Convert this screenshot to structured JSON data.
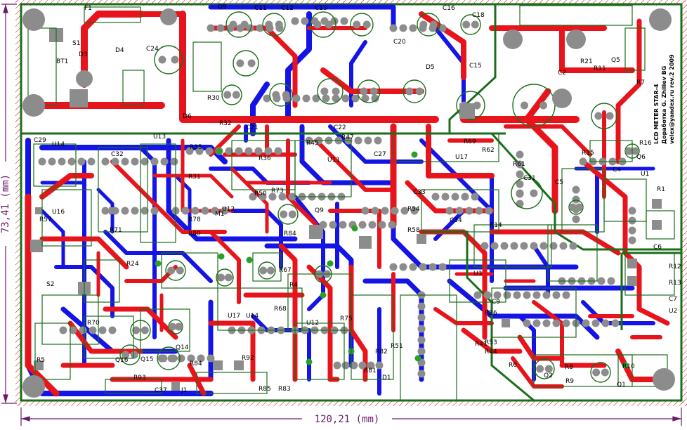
{
  "board": {
    "width_label": "120,21 (mm)",
    "height_label": "73,41 (mm)",
    "signature": [
      "Доработка G. Zhiliev BG",
      "velex@yandex.ru  rev.2  2009",
      "LCD METER STAR-4"
    ]
  },
  "colors": {
    "background": "#ffffff",
    "outline": "#1a6e1a",
    "top_copper": "#e8141c",
    "bottom_copper": "#1414e6",
    "pad": "#8c8c8c",
    "silk": "#1a6e1a",
    "via": "#2aa02a",
    "dimension": "#6a1b6a",
    "hatch": "#c80000"
  },
  "labels": [
    {
      "id": "f1",
      "text": "F1"
    },
    {
      "id": "s1",
      "text": "S1"
    },
    {
      "id": "bt1",
      "text": "BT1"
    },
    {
      "id": "d3",
      "text": "D3"
    },
    {
      "id": "d4",
      "text": "D4"
    },
    {
      "id": "c24",
      "text": "C24"
    },
    {
      "id": "d6",
      "text": "D6"
    },
    {
      "id": "q9",
      "text": "Q9"
    },
    {
      "id": "c11",
      "text": "C11"
    },
    {
      "id": "c12",
      "text": "C12"
    },
    {
      "id": "c13",
      "text": "C13"
    },
    {
      "id": "c18",
      "text": "C18"
    },
    {
      "id": "c16",
      "text": "C16"
    },
    {
      "id": "c20",
      "text": "C20"
    },
    {
      "id": "d5",
      "text": "D5"
    },
    {
      "id": "c15",
      "text": "C15"
    },
    {
      "id": "c21",
      "text": "C21"
    },
    {
      "id": "c22",
      "text": "C22"
    },
    {
      "id": "r30",
      "text": "R30"
    },
    {
      "id": "r32",
      "text": "R32"
    },
    {
      "id": "c2",
      "text": "C2"
    },
    {
      "id": "r21",
      "text": "R21"
    },
    {
      "id": "r11",
      "text": "R11"
    },
    {
      "id": "q5",
      "text": "Q5"
    },
    {
      "id": "r7",
      "text": "R7"
    },
    {
      "id": "r16",
      "text": "R16"
    },
    {
      "id": "q6",
      "text": "Q6"
    },
    {
      "id": "c4",
      "text": "C4"
    },
    {
      "id": "u1",
      "text": "U1"
    },
    {
      "id": "r1",
      "text": "R1"
    },
    {
      "id": "c6",
      "text": "C6"
    },
    {
      "id": "r15",
      "text": "R15"
    },
    {
      "id": "c5",
      "text": "C5"
    },
    {
      "id": "c29",
      "text": "C29"
    },
    {
      "id": "u14",
      "text": "U14"
    },
    {
      "id": "c32",
      "text": "C32"
    },
    {
      "id": "u13",
      "text": "U13"
    },
    {
      "id": "r35",
      "text": "R35"
    },
    {
      "id": "r31",
      "text": "R31"
    },
    {
      "id": "r45",
      "text": "R45"
    },
    {
      "id": "r47",
      "text": "R47"
    },
    {
      "id": "u11",
      "text": "U11"
    },
    {
      "id": "c27",
      "text": "C27"
    },
    {
      "id": "r69",
      "text": "R69"
    },
    {
      "id": "r62",
      "text": "R62"
    },
    {
      "id": "u17",
      "text": "U17"
    },
    {
      "id": "r61",
      "text": "R61"
    },
    {
      "id": "c31",
      "text": "C31"
    },
    {
      "id": "c33",
      "text": "C33"
    },
    {
      "id": "r54",
      "text": "R54"
    },
    {
      "id": "c34",
      "text": "C34"
    },
    {
      "id": "r14",
      "text": "R14"
    },
    {
      "id": "u16",
      "text": "U16"
    },
    {
      "id": "r57",
      "text": "R57"
    },
    {
      "id": "r71",
      "text": "R71"
    },
    {
      "id": "r24",
      "text": "R24"
    },
    {
      "id": "r78",
      "text": "R78"
    },
    {
      "id": "r80",
      "text": "R80"
    },
    {
      "id": "m1",
      "text": "M1"
    },
    {
      "id": "u12a",
      "text": "U12"
    },
    {
      "id": "r84",
      "text": "R84"
    },
    {
      "id": "q9b",
      "text": "Q9"
    },
    {
      "id": "r50",
      "text": "R50"
    },
    {
      "id": "r73",
      "text": "R73"
    },
    {
      "id": "r58",
      "text": "R58"
    },
    {
      "id": "r36",
      "text": "R36"
    },
    {
      "id": "u3",
      "text": "U3"
    },
    {
      "id": "r12",
      "text": "R12"
    },
    {
      "id": "r13",
      "text": "R13"
    },
    {
      "id": "c7",
      "text": "C7"
    },
    {
      "id": "u2",
      "text": "U2"
    },
    {
      "id": "s2",
      "text": "S2"
    },
    {
      "id": "r67",
      "text": "R67"
    },
    {
      "id": "r4",
      "text": "R4"
    },
    {
      "id": "r68",
      "text": "R68"
    },
    {
      "id": "u17b",
      "text": "U17"
    },
    {
      "id": "u14b",
      "text": "U14"
    },
    {
      "id": "r70",
      "text": "R70"
    },
    {
      "id": "q14",
      "text": "Q14"
    },
    {
      "id": "q16",
      "text": "Q16"
    },
    {
      "id": "q15",
      "text": "Q15"
    },
    {
      "id": "r84b",
      "text": "R84"
    },
    {
      "id": "r92",
      "text": "R92"
    },
    {
      "id": "u12b",
      "text": "U12"
    },
    {
      "id": "r75",
      "text": "R75"
    },
    {
      "id": "r82",
      "text": "R82"
    },
    {
      "id": "r81",
      "text": "R81"
    },
    {
      "id": "r51",
      "text": "R51"
    },
    {
      "id": "r53",
      "text": "R53"
    },
    {
      "id": "r44",
      "text": "R44"
    },
    {
      "id": "r26",
      "text": "R26"
    },
    {
      "id": "r85",
      "text": "R85"
    },
    {
      "id": "r83",
      "text": "R83"
    },
    {
      "id": "r93",
      "text": "R93"
    },
    {
      "id": "c37",
      "text": "C37"
    },
    {
      "id": "j1",
      "text": "J1"
    },
    {
      "id": "r5",
      "text": "R5"
    },
    {
      "id": "d1",
      "text": "D1"
    },
    {
      "id": "q2",
      "text": "Q2"
    },
    {
      "id": "r8",
      "text": "R8"
    },
    {
      "id": "r10",
      "text": "R10"
    },
    {
      "id": "q1",
      "text": "Q1"
    },
    {
      "id": "r9",
      "text": "R9"
    },
    {
      "id": "r6",
      "text": "R6"
    },
    {
      "id": "c9",
      "text": "C9"
    },
    {
      "id": "r41",
      "text": "R41"
    }
  ]
}
